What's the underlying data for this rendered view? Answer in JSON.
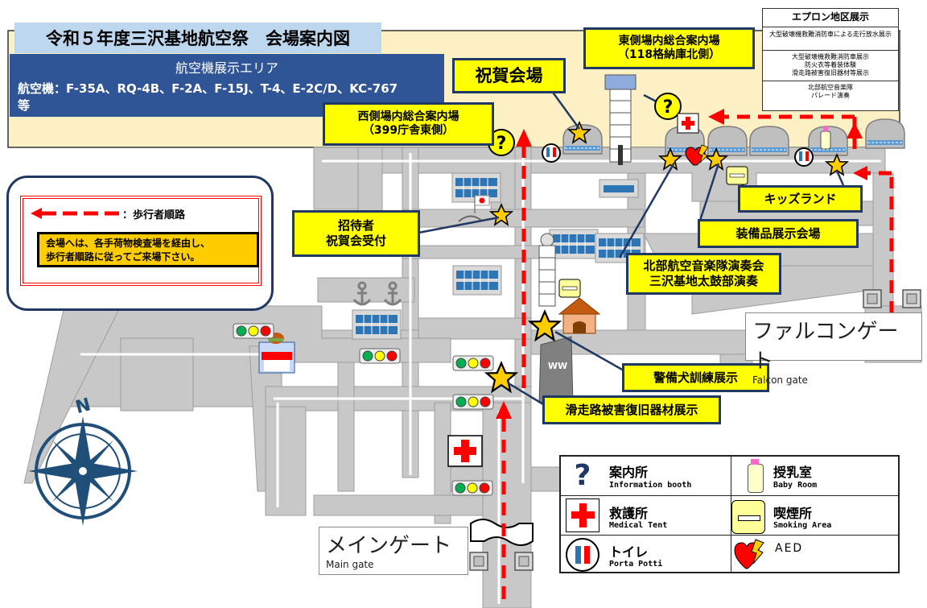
{
  "title": "令和５年度三沢基地航空祭　会場案内図",
  "aircraft_area": {
    "heading": "航空機展示エリア",
    "line1": "航空機：F-35A、RQ-4B、F-2A、F-15J、T-4、E-2C/D、KC-767",
    "line2": "等"
  },
  "apron": {
    "header": "エプロン地区展示",
    "row1": "大型破壊機救難消防車による走行放水展示",
    "row2a": "大型破壊機救難消防車展示",
    "row2b": "防火衣等着装体験",
    "row2c": "滑走路被害復旧器材等展示",
    "row3a": "北部航空音楽隊",
    "row3b": "パレード演奏"
  },
  "callouts": {
    "east_info_1": "東側場内総合案内場",
    "east_info_2": "（118格納庫北側）",
    "celebration": "祝賀会場",
    "west_info_1": "西側場内総合案内場",
    "west_info_2": "（399庁舎東側）",
    "invitee_1": "招待者",
    "invitee_2": "祝賀会受付",
    "kids": "キッズランド",
    "equipment": "装備品展示会場",
    "band_1": "北部航空音楽隊演奏会",
    "band_2": "三沢基地太鼓部演奏",
    "dog": "警備犬訓練展示",
    "runway": "滑走路被害復旧器材展示"
  },
  "route_box": {
    "route_label": "：歩行者順路",
    "notice_1": "会場へは、各手荷物検査場を経由し、",
    "notice_2": "歩行者順路に従ってご来場下さい。"
  },
  "gates": {
    "falcon_jp": "ファルコンゲート",
    "falcon_en": "Falcon gate",
    "main_jp": "メインゲート",
    "main_en": "Main gate"
  },
  "legend": {
    "info_jp": "案内所",
    "info_en": "Information booth",
    "baby_jp": "授乳室",
    "baby_en": "Baby Room",
    "medical_jp": "救護所",
    "medical_en": "Medical Tent",
    "smoking_jp": "喫煙所",
    "smoking_en": "Smoking Area",
    "toilet_jp": "トイレ",
    "toilet_en": "Porta Potti",
    "aed": "AED"
  },
  "compass_letter": "N",
  "tower_text": "WW",
  "colors": {
    "road": "#c8c8c8",
    "apron_fill": "#fdf0c4",
    "blue_panel": "#2f5597",
    "callout_yellow": "#ffff00",
    "callout_border": "#1f3864",
    "route_red": "#ff0000",
    "compass": "#1f4e79"
  },
  "icons": [
    "information-icon",
    "medical-cross-icon",
    "toilet-icon",
    "smoking-icon",
    "baby-bottle-icon",
    "aed-heart-icon",
    "star-icon",
    "traffic-light-icon",
    "compass-icon",
    "hangar-icon",
    "control-tower-icon",
    "anchor-icon",
    "food-stall-icon"
  ]
}
